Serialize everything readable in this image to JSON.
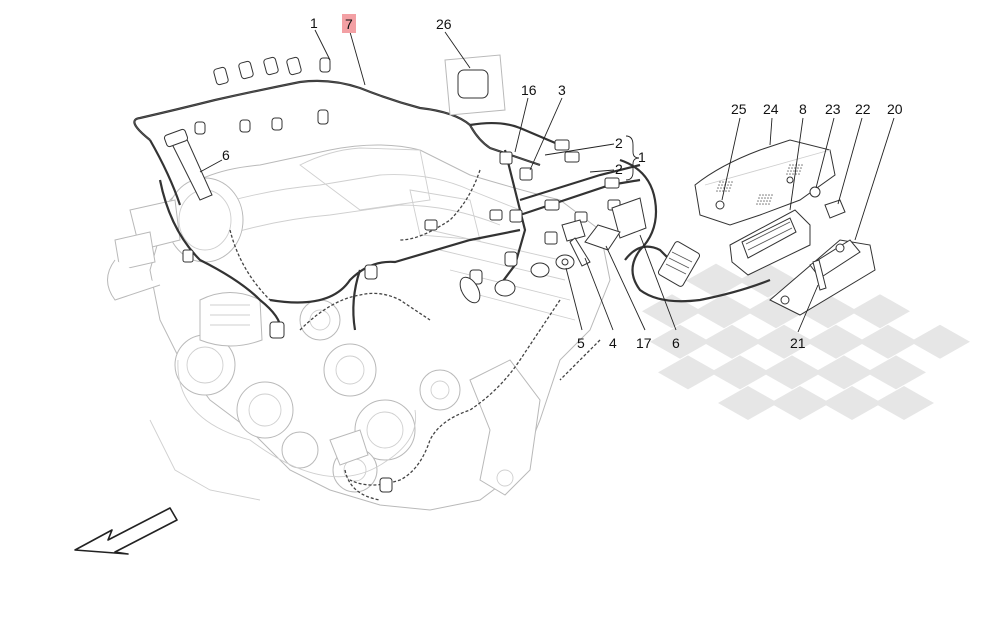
{
  "diagram": {
    "highlight_color": "#f3a0a4",
    "callouts": [
      {
        "id": "c1a",
        "label": "1"
      },
      {
        "id": "c7",
        "label": "7",
        "highlighted": true
      },
      {
        "id": "c26",
        "label": "26"
      },
      {
        "id": "c16",
        "label": "16"
      },
      {
        "id": "c3",
        "label": "3"
      },
      {
        "id": "c6a",
        "label": "6"
      },
      {
        "id": "c2a",
        "label": "2"
      },
      {
        "id": "c2b",
        "label": "2"
      },
      {
        "id": "c1b",
        "label": "1"
      },
      {
        "id": "c25",
        "label": "25"
      },
      {
        "id": "c24",
        "label": "24"
      },
      {
        "id": "c8",
        "label": "8"
      },
      {
        "id": "c23",
        "label": "23"
      },
      {
        "id": "c22",
        "label": "22"
      },
      {
        "id": "c20",
        "label": "20"
      },
      {
        "id": "c5",
        "label": "5"
      },
      {
        "id": "c4",
        "label": "4"
      },
      {
        "id": "c17",
        "label": "17"
      },
      {
        "id": "c6b",
        "label": "6"
      },
      {
        "id": "c21",
        "label": "21"
      }
    ],
    "icons": {
      "direction_arrow": "front-direction-arrow-icon",
      "checker_floor": "checkerboard-floor-icon"
    }
  }
}
